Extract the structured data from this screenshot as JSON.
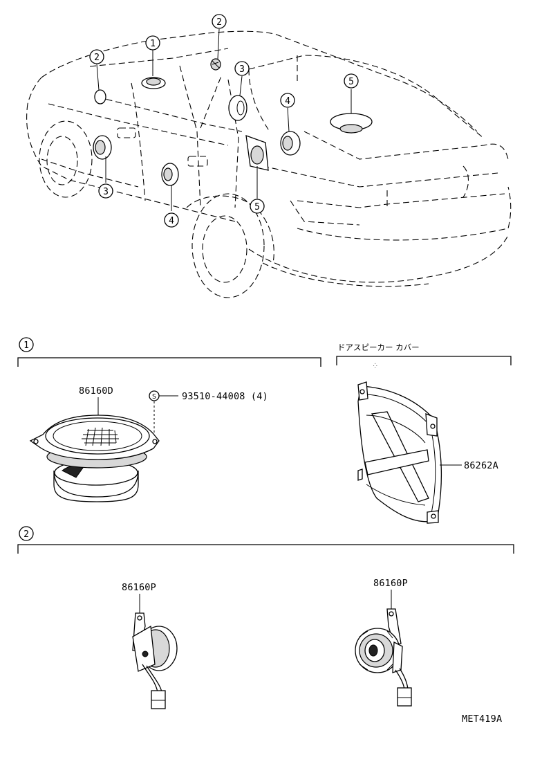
{
  "callouts": {
    "c1": "1",
    "c2": "2",
    "c3": "3",
    "c4": "4",
    "c5": "5"
  },
  "section1": {
    "number": "1",
    "speaker_part": "86160D",
    "screw_symbol": "S",
    "screw_part": "93510-44008 (4)"
  },
  "cover_section": {
    "title": "ドアスピーカー カバー",
    "cover_part": "86262A"
  },
  "section2": {
    "number": "2",
    "tweeter_left_part": "86160P",
    "tweeter_right_part": "86160P"
  },
  "diagram_code": "MET419A"
}
